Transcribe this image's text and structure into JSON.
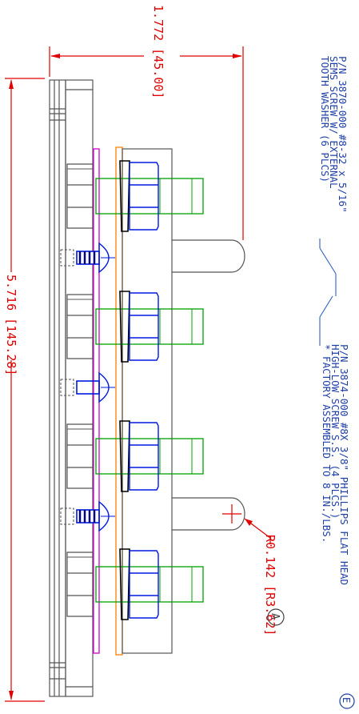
{
  "dimensions": {
    "height_label": "1.772 [45.00]",
    "length_label": "5.716 [145.28]",
    "radius_label": "R0.142 [R3.62]"
  },
  "callouts": {
    "sems_screw": {
      "line1": "P/N 3870-000 #8-32 x 5/16\"",
      "line2": "SEMS SCREW W/ EXTERNAL",
      "line3": "TOOTH WASHER (6 PLCS)"
    },
    "highlow_screw": {
      "line1": "P/N 3874-000 #8X 3/8\" PHILLIPS FLAT HEAD",
      "line2": "HIGH-LOW SCREW S.S. (4 PLCS.)",
      "line3": "* FACTORY ASSEMBLED TO 8 IN./LBS."
    }
  },
  "markers": {
    "detail_a": "A",
    "detail_e": "E"
  },
  "colors": {
    "dimension": "#e00000",
    "outline": "#555555",
    "hex_nut": "#0018e0",
    "stud": "#00a000",
    "strip_magenta": "#d000d0",
    "strip_orange": "#ff8000",
    "leader": "#3060c0",
    "callout_text": "#1d3ea8"
  }
}
